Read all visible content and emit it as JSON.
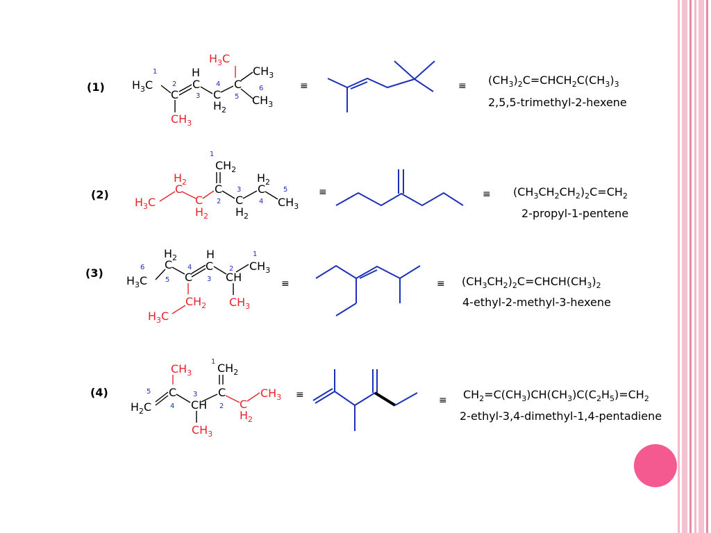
{
  "colors": {
    "red": "#e8222a",
    "blue": "#1c2fb8",
    "black": "#000000",
    "pink_circle": "#f45a8f",
    "border_pink": "#f4b6c8",
    "border_pink_dark": "#e889a6"
  },
  "equiv_symbol": "≡",
  "compounds": [
    {
      "index": "(1)",
      "formula": "(CH3)2C=CHCH2C(CH3)3",
      "name": "2,5,5-trimethyl-2-hexene"
    },
    {
      "index": "(2)",
      "formula": "(CH3CH2CH2)2C=CH2",
      "name": "2-propyl-1-pentene"
    },
    {
      "index": "(3)",
      "formula": "(CH3CH2)2C=CHCH(CH3)2",
      "name": "4-ethyl-2-methyl-3-hexene"
    },
    {
      "index": "(4)",
      "formula": "CH2=C(CH3)CH(CH3)C(C2H5)=CH2",
      "name": "2-ethyl-3,4-dimethyl-1,4-pentadiene"
    }
  ],
  "decorations": {
    "circle_icon": "pink-circle-icon"
  }
}
